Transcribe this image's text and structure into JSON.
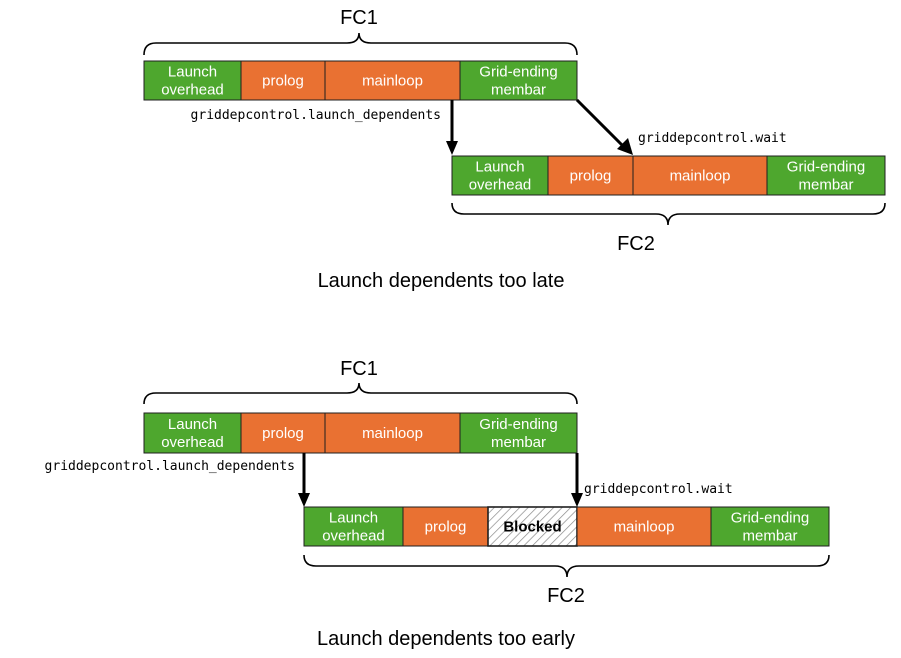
{
  "colors": {
    "green": "#4ea72e",
    "orange": "#e97132",
    "stroke": "#1f1f1f",
    "blocked_bg": "#ffffff",
    "blocked_hatch": "#8c8c8c"
  },
  "scenario_late": {
    "caption": "Launch dependents too late",
    "fc1": {
      "label": "FC1",
      "segments": [
        {
          "lines": [
            "Launch",
            "overhead"
          ],
          "kind": "green"
        },
        {
          "lines": [
            "prolog"
          ],
          "kind": "orange"
        },
        {
          "lines": [
            "mainloop"
          ],
          "kind": "orange"
        },
        {
          "lines": [
            "Grid-ending",
            "membar"
          ],
          "kind": "green"
        }
      ]
    },
    "fc2": {
      "label": "FC2",
      "segments": [
        {
          "lines": [
            "Launch",
            "overhead"
          ],
          "kind": "green"
        },
        {
          "lines": [
            "prolog"
          ],
          "kind": "orange"
        },
        {
          "lines": [
            "mainloop"
          ],
          "kind": "orange"
        },
        {
          "lines": [
            "Grid-ending",
            "membar"
          ],
          "kind": "green"
        }
      ]
    },
    "launch_label": "griddepcontrol.launch_dependents",
    "wait_label": "griddepcontrol.wait"
  },
  "scenario_early": {
    "caption": "Launch dependents too early",
    "fc1": {
      "label": "FC1",
      "segments": [
        {
          "lines": [
            "Launch",
            "overhead"
          ],
          "kind": "green"
        },
        {
          "lines": [
            "prolog"
          ],
          "kind": "orange"
        },
        {
          "lines": [
            "mainloop"
          ],
          "kind": "orange"
        },
        {
          "lines": [
            "Grid-ending",
            "membar"
          ],
          "kind": "green"
        }
      ]
    },
    "fc2": {
      "label": "FC2",
      "segments": [
        {
          "lines": [
            "Launch",
            "overhead"
          ],
          "kind": "green"
        },
        {
          "lines": [
            "prolog"
          ],
          "kind": "orange"
        },
        {
          "lines": [
            "Blocked"
          ],
          "kind": "blocked"
        },
        {
          "lines": [
            "mainloop"
          ],
          "kind": "orange"
        },
        {
          "lines": [
            "Grid-ending",
            "membar"
          ],
          "kind": "green"
        }
      ]
    },
    "launch_label": "griddepcontrol.launch_dependents",
    "wait_label": "griddepcontrol.wait"
  }
}
